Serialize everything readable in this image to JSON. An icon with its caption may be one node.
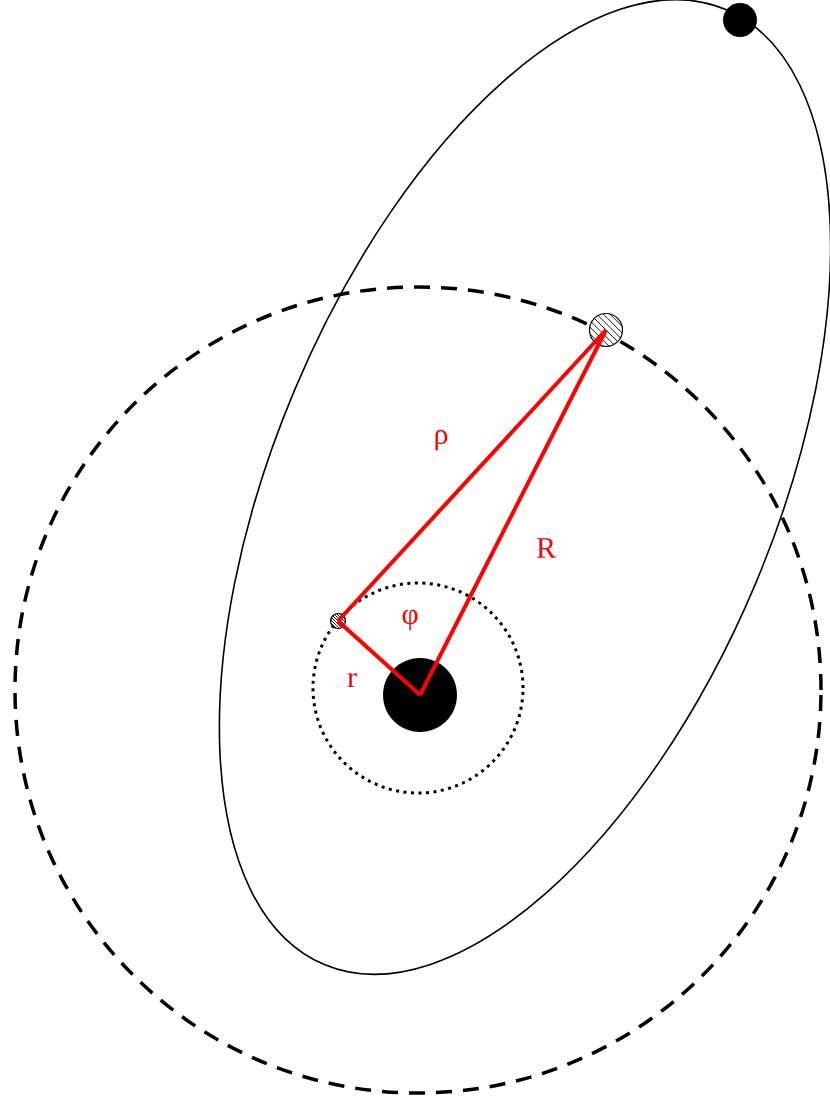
{
  "diagram": {
    "nodes": [
      {
        "text": [],
        "shape": "circle"
      },
      {
        "text": [],
        "shape": "circle"
      },
      {
        "text": [],
        "shape": "circle"
      },
      {
        "text": [],
        "shape": "circle"
      }
    ],
    "edges": [
      {
        "from": 0,
        "to": 1,
        "arrow": "none",
        "label": "r"
      },
      {
        "from": 1,
        "to": 2,
        "arrow": "none",
        "label": "ρ"
      },
      {
        "from": 0,
        "to": 2,
        "arrow": "none",
        "label": "R"
      }
    ],
    "labels": [
      "φ"
    ]
  }
}
